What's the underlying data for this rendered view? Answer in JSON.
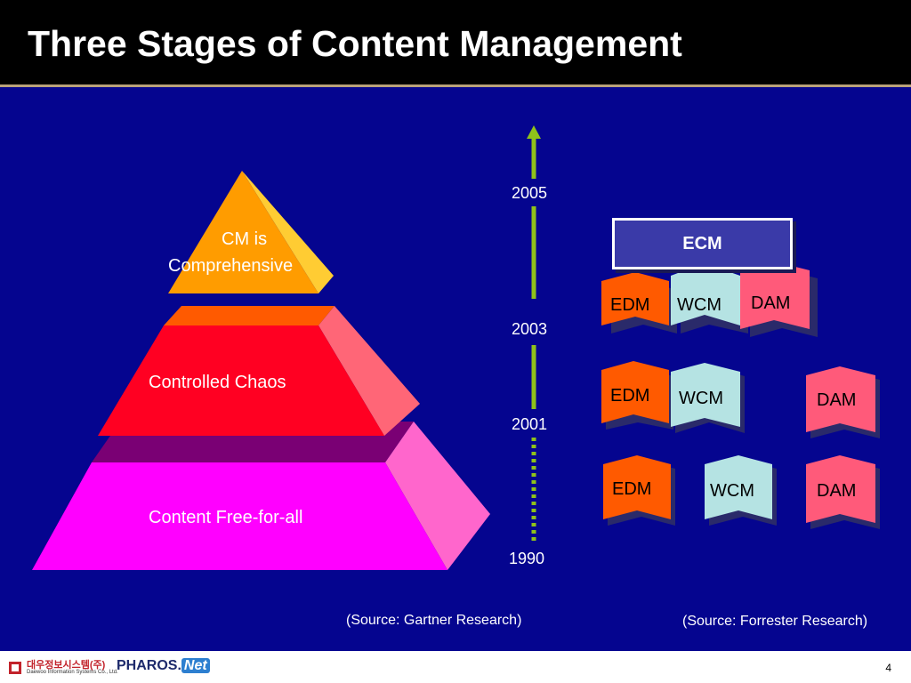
{
  "title": "Three Stages of Content Management",
  "pyramid": {
    "top_line1": "CM is",
    "top_line2": "Comprehensive",
    "middle": "Controlled Chaos",
    "bottom": "Content Free-for-all"
  },
  "timeline": {
    "years": [
      "2005",
      "2003",
      "2001",
      "1990"
    ]
  },
  "ecm": {
    "label": "ECM",
    "row1": [
      "EDM",
      "WCM",
      "DAM"
    ],
    "row2": [
      "EDM",
      "WCM",
      "DAM"
    ],
    "row3": [
      "EDM",
      "WCM",
      "DAM"
    ]
  },
  "sources": {
    "left": "(Source: Gartner Research)",
    "right": "(Source: Forrester Research)"
  },
  "footer": {
    "logo_korean": "대우정보시스템(주)",
    "logo_english": "Daewoo Information Systems Co., Ltd.",
    "logo_pharos": "PHAROS",
    "logo_net": "Net",
    "page_number": "4"
  },
  "colors": {
    "background": "#05058f",
    "top_tier": "#ff9c00",
    "middle_tier": "#ff0033",
    "bottom_tier": "#ff00ff",
    "edm": "#ff5a00",
    "wcm": "#b5e3e3",
    "dam": "#ff5a7a",
    "arrow": "#8fc21a"
  }
}
